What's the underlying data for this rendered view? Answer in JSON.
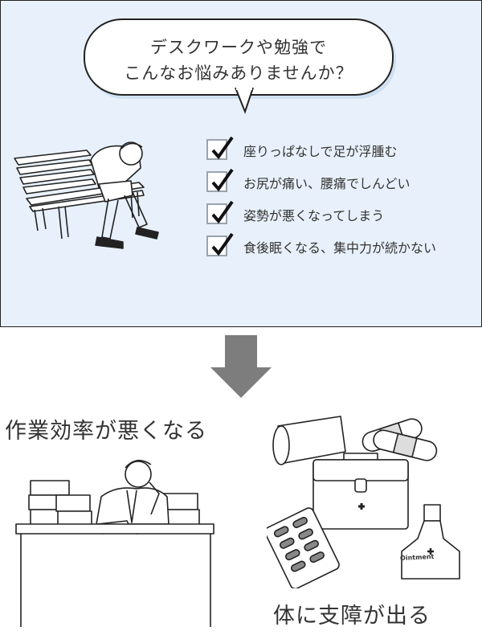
{
  "bubble": {
    "line1": "デスクワークや勉強で",
    "line2": "こんなお悩みありませんか？"
  },
  "checklist": [
    {
      "label": "座りっぱなしで足が浮腫む"
    },
    {
      "label": "お尻が痛い、腰痛でしんどい"
    },
    {
      "label": "姿勢が悪くなってしまう"
    },
    {
      "label": "食後眠くなる、集中力が続かない"
    }
  ],
  "result_left": {
    "label": "作業効率が悪くなる"
  },
  "result_right": {
    "label": "体に支障が出る",
    "ointment_label": "Ointment"
  },
  "colors": {
    "panel_bg": "#e8f1fb",
    "arrow": "#7d7d7d",
    "outline": "#222222"
  }
}
